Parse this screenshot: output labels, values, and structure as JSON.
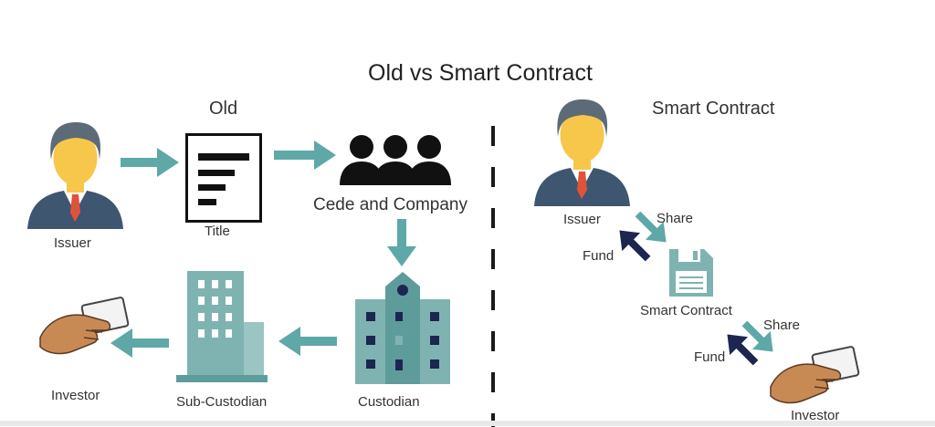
{
  "title": "Old vs Smart Contract",
  "old": {
    "heading": "Old",
    "issuer": "Issuer",
    "title_doc": "Title",
    "cede": "Cede and Company",
    "custodian": "Custodian",
    "sub_custodian": "Sub-Custodian",
    "investor": "Investor"
  },
  "smart": {
    "heading": "Smart Contract",
    "issuer": "Issuer",
    "share1": "Share",
    "fund1": "Fund",
    "contract": "Smart Contract",
    "share2": "Share",
    "fund2": "Fund",
    "investor": "Investor"
  },
  "colors": {
    "teal": "#5ea8a7",
    "navy": "#1d2650",
    "suit": "#3f5670",
    "skin": "#f6c74b",
    "hair": "#5d6b78",
    "tie": "#e0533a"
  }
}
